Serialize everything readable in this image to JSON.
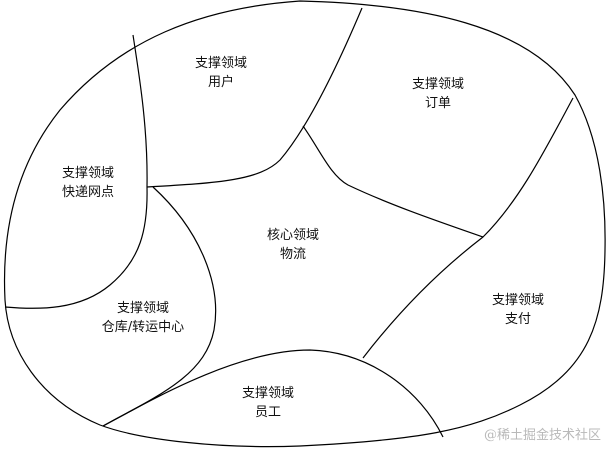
{
  "diagram": {
    "type": "domain-map",
    "stroke_color": "#000000",
    "background": "#ffffff",
    "regions": [
      {
        "id": "user",
        "line1": "支撑领域",
        "line2": "用户",
        "kind": "supporting"
      },
      {
        "id": "order",
        "line1": "支撑领域",
        "line2": "订单",
        "kind": "supporting"
      },
      {
        "id": "outlet",
        "line1": "支撑领域",
        "line2": "快递网点",
        "kind": "supporting"
      },
      {
        "id": "core",
        "line1": "核心领域",
        "line2": "物流",
        "kind": "core"
      },
      {
        "id": "warehouse",
        "line1": "支撑领域",
        "line2": "仓库/转运中心",
        "kind": "supporting"
      },
      {
        "id": "payment",
        "line1": "支撑领域",
        "line2": "支付",
        "kind": "supporting"
      },
      {
        "id": "staff",
        "line1": "支撑领域",
        "line2": "员工",
        "kind": "supporting"
      }
    ]
  },
  "watermark": "@稀土掘金技术社区"
}
